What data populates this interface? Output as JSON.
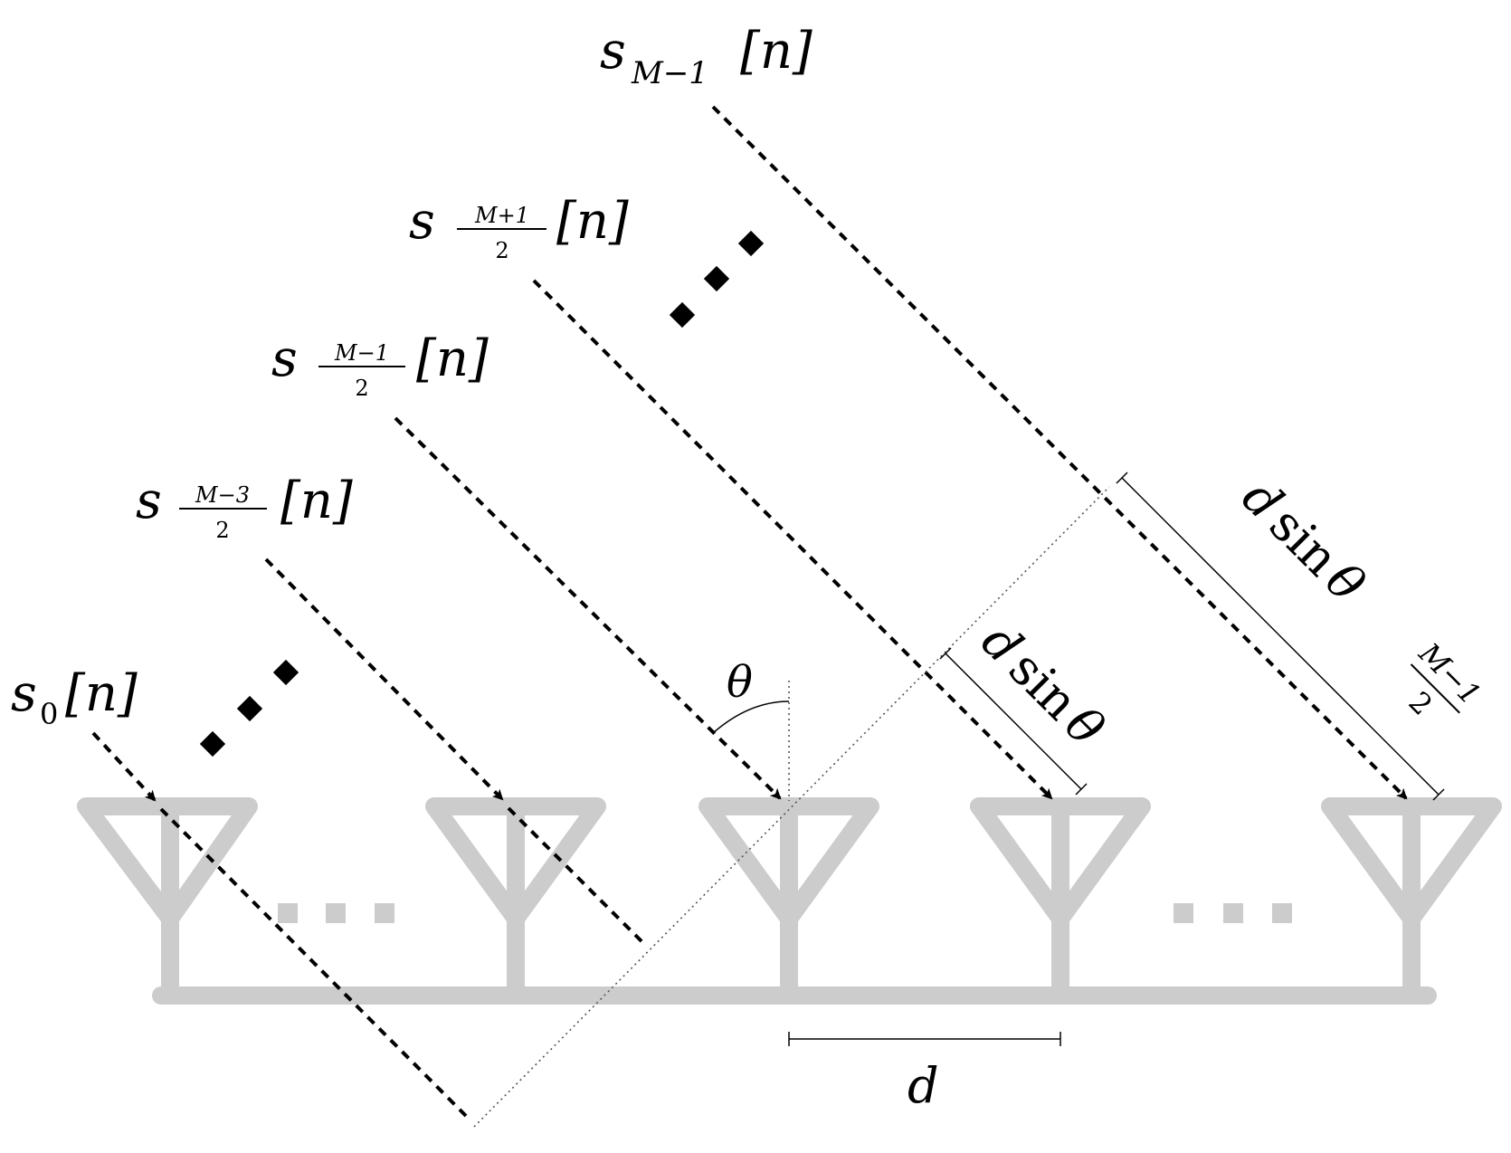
{
  "colors": {
    "antenna": "#cccccc",
    "ink": "#000000",
    "background": "#ffffff"
  },
  "labels": {
    "s0": {
      "base": "s",
      "sub": "0",
      "arg": "[n]"
    },
    "s_m3": {
      "base": "s",
      "num": "M−3",
      "den": "2",
      "arg": "[n]"
    },
    "s_m1": {
      "base": "s",
      "num": "M−1",
      "den": "2",
      "arg": "[n]"
    },
    "s_p1": {
      "base": "s",
      "num": "M+1",
      "den": "2",
      "arg": "[n]"
    },
    "s_last": {
      "base": "s",
      "sub": "M−1",
      "arg": "[n]"
    },
    "theta": "θ",
    "d": "d",
    "dsin": {
      "d": "d",
      "sin": "sin",
      "theta": "θ"
    },
    "dsin_big": {
      "d": "d",
      "sin": "sin",
      "theta": "θ",
      "num": "M−1",
      "den": "2"
    }
  }
}
